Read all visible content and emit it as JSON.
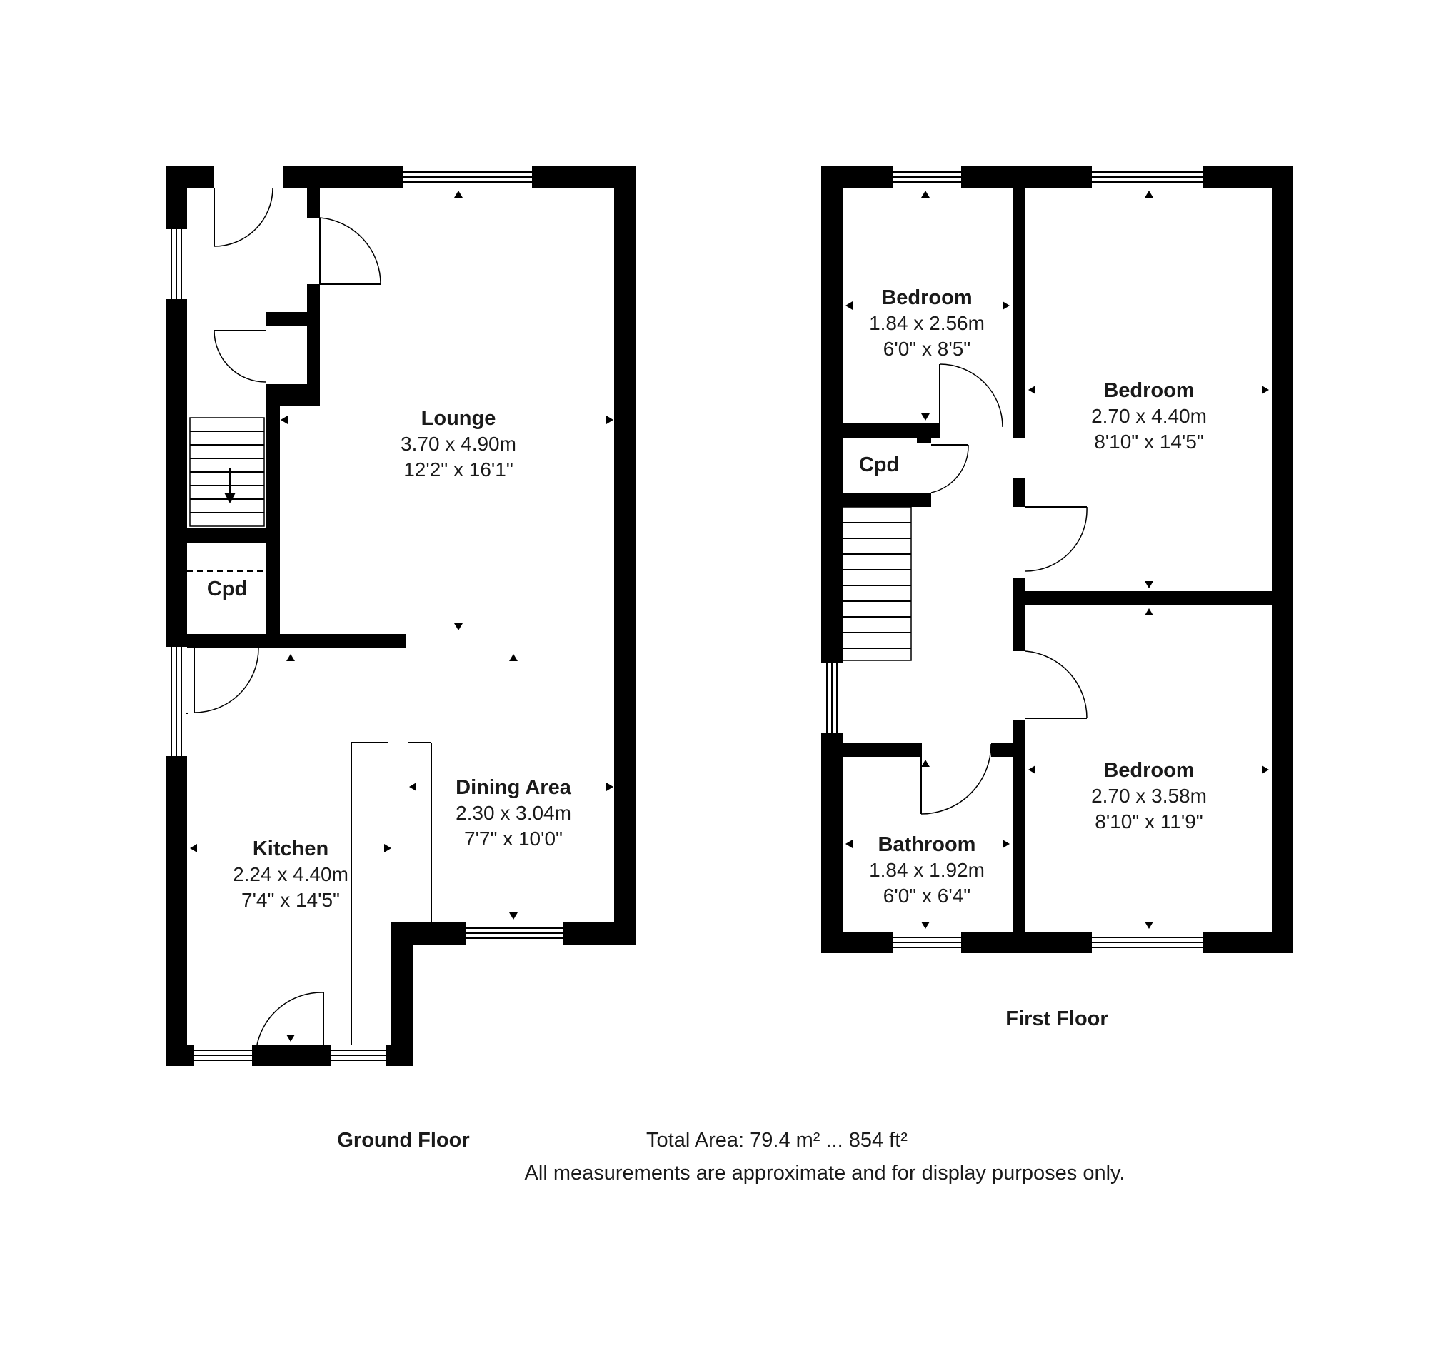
{
  "ground_floor": {
    "label": "Ground Floor",
    "rooms": {
      "lounge": {
        "name": "Lounge",
        "metric": "3.70 x 4.90m",
        "imperial": "12'2\" x 16'1\""
      },
      "dining": {
        "name": "Dining Area",
        "metric": "2.30 x 3.04m",
        "imperial": "7'7\" x 10'0\""
      },
      "kitchen": {
        "name": "Kitchen",
        "metric": "2.24 x 4.40m",
        "imperial": "7'4\" x 14'5\""
      },
      "cupboard": {
        "name": "Cpd"
      }
    }
  },
  "first_floor": {
    "label": "First Floor",
    "rooms": {
      "bedroom_small": {
        "name": "Bedroom",
        "metric": "1.84 x 2.56m",
        "imperial": "6'0\" x 8'5\""
      },
      "bedroom_large": {
        "name": "Bedroom",
        "metric": "2.70 x 4.40m",
        "imperial": "8'10\" x 14'5\""
      },
      "bedroom_rear": {
        "name": "Bedroom",
        "metric": "2.70 x 3.58m",
        "imperial": "8'10\" x 11'9\""
      },
      "bathroom": {
        "name": "Bathroom",
        "metric": "1.84 x 1.92m",
        "imperial": "6'0\" x 6'4\""
      },
      "cupboard": {
        "name": "Cpd"
      }
    }
  },
  "footer": {
    "total_area": "Total Area: 79.4 m² ... 854 ft²",
    "disclaimer": "All measurements are approximate and for display purposes only."
  }
}
